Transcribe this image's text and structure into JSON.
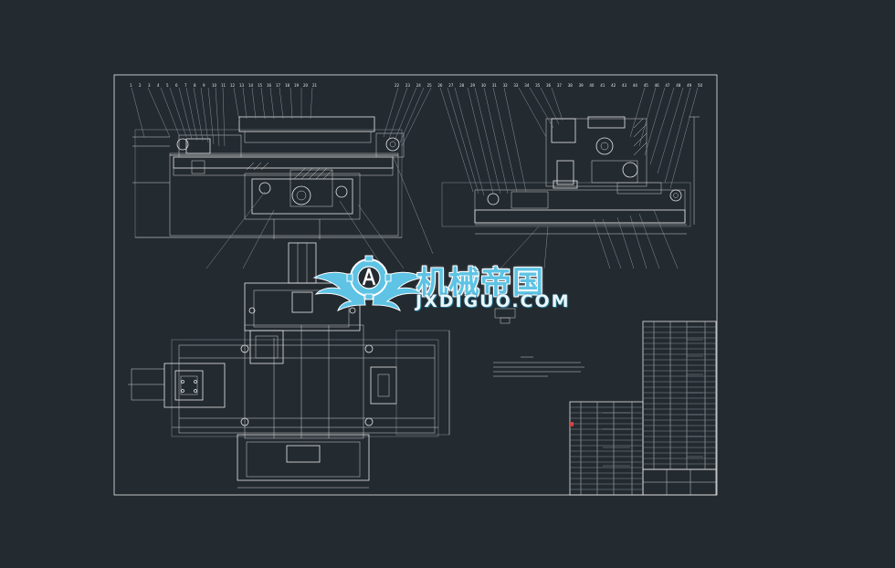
{
  "drawing": {
    "background_color": "#232a30",
    "line_color": "#e8e8e8",
    "accent_mark_color": "#d23a3a",
    "top_left_callouts": [
      "1",
      "2",
      "3",
      "4",
      "5",
      "6",
      "7",
      "8",
      "9",
      "10",
      "11",
      "12",
      "13",
      "14",
      "15",
      "16",
      "17",
      "18",
      "19",
      "20",
      "21"
    ],
    "top_right_callouts": [
      "22",
      "23",
      "24",
      "25",
      "26",
      "27",
      "28",
      "29",
      "30",
      "31",
      "32",
      "33",
      "34",
      "35",
      "36",
      "37",
      "38",
      "39",
      "40",
      "41",
      "42",
      "43",
      "44",
      "45",
      "46",
      "47",
      "48",
      "49",
      "50"
    ]
  },
  "watermark": {
    "title": "机械帝国",
    "url": "JXDIGUO.COM",
    "logo_icon": "gear-wings-logo-icon",
    "title_color": "#5ec3e4"
  }
}
